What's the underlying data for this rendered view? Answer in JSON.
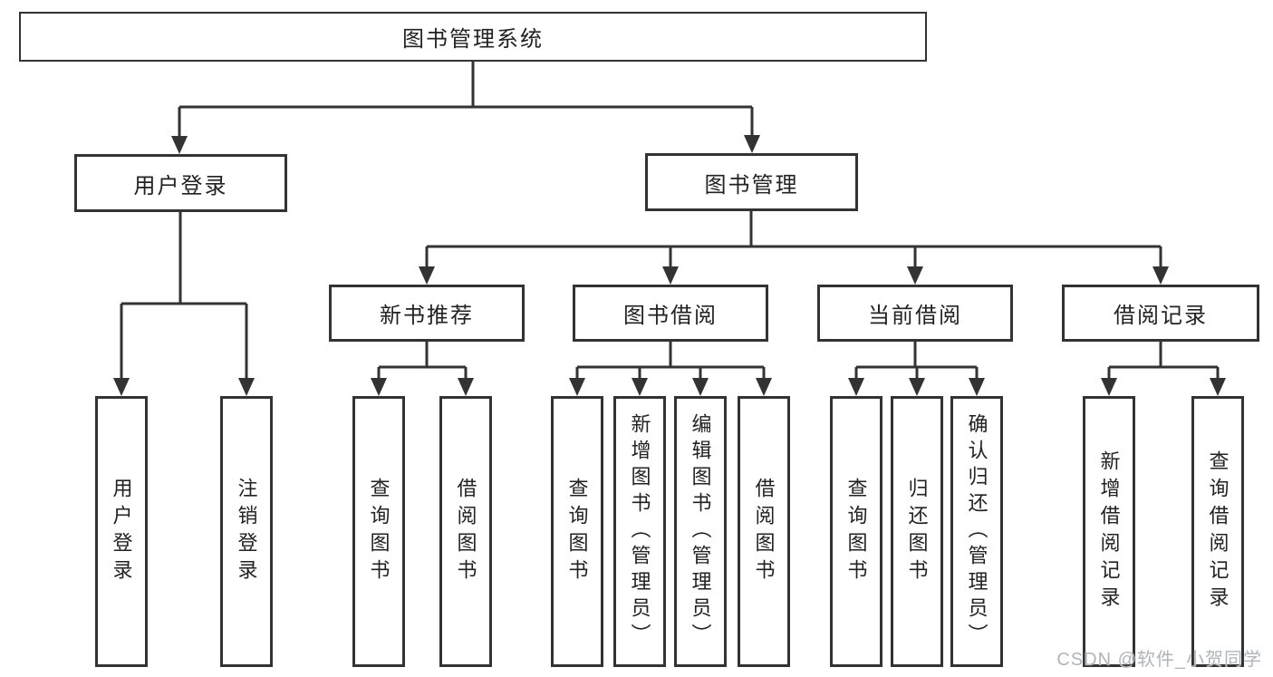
{
  "root": {
    "label": "图书管理系统"
  },
  "user_login": {
    "label": "用户登录",
    "children": [
      {
        "label": "用户登录"
      },
      {
        "label": "注销登录"
      }
    ]
  },
  "book_mgmt": {
    "label": "图书管理",
    "children": [
      {
        "label": "新书推荐",
        "children": [
          {
            "label": "查询图书"
          },
          {
            "label": "借阅图书"
          }
        ]
      },
      {
        "label": "图书借阅",
        "children": [
          {
            "label": "查询图书"
          },
          {
            "label": "新增图书（管理员）"
          },
          {
            "label": "编辑图书（管理员）"
          },
          {
            "label": "借阅图书"
          }
        ]
      },
      {
        "label": "当前借阅",
        "children": [
          {
            "label": "查询图书"
          },
          {
            "label": "归还图书"
          },
          {
            "label": "确认归还（管理员）"
          }
        ]
      },
      {
        "label": "借阅记录",
        "children": [
          {
            "label": "新增借阅记录"
          },
          {
            "label": "查询借阅记录"
          }
        ]
      }
    ]
  },
  "watermark": "CSDN @软件_小贺同学",
  "colors": {
    "line": "#333333",
    "box_border": "#333333",
    "text": "#222222",
    "background": "#ffffff",
    "watermark": "#b0b5bb"
  }
}
